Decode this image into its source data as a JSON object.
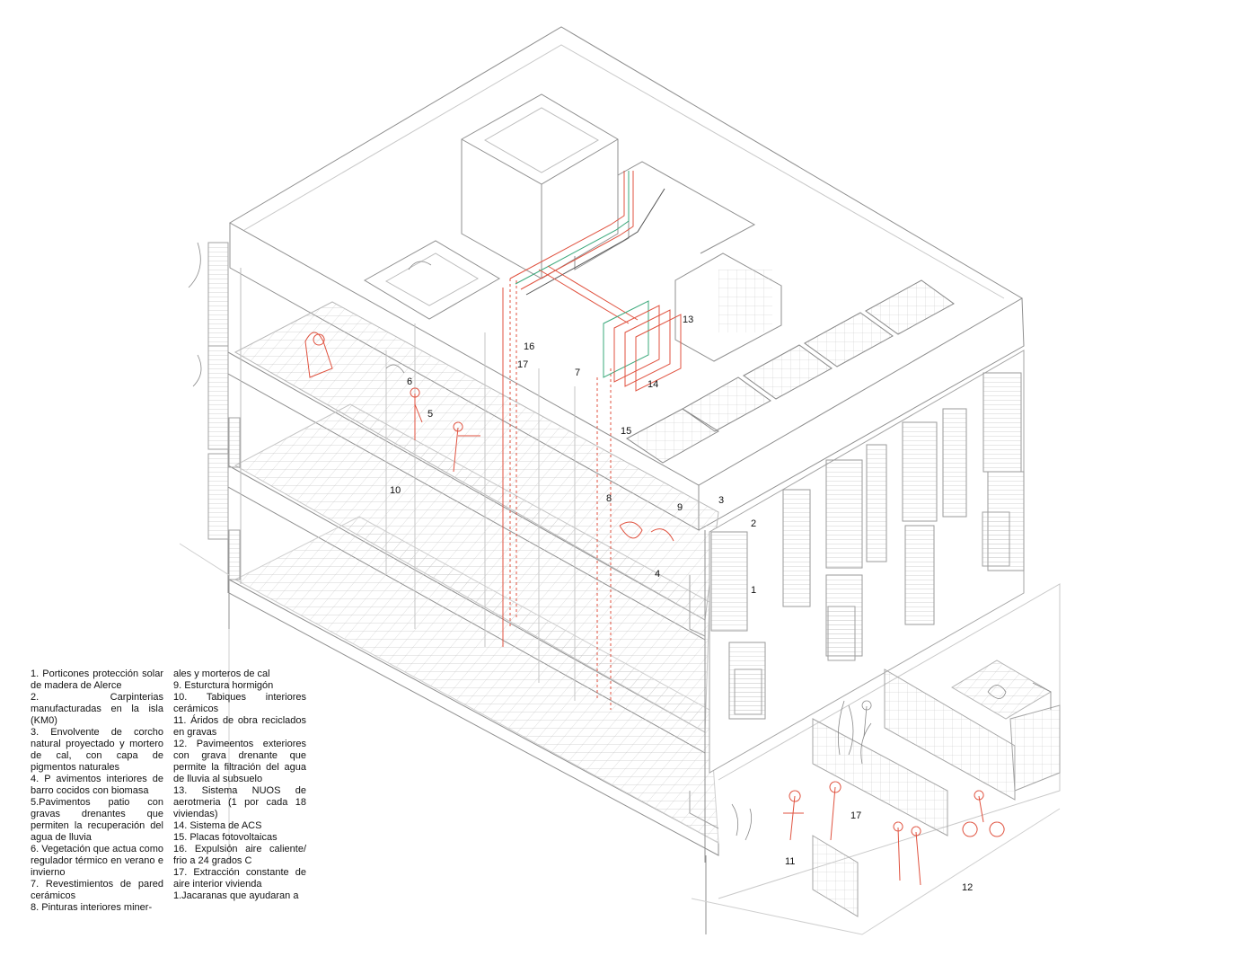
{
  "colors": {
    "line": "#9a9a9a",
    "line_dark": "#555555",
    "red": "#e0523f",
    "green": "#3aa87a",
    "text": "#111111"
  },
  "callouts": [
    "1",
    "2",
    "3",
    "4",
    "5",
    "6",
    "7",
    "8",
    "9",
    "10",
    "11",
    "12",
    "13",
    "14",
    "15",
    "16",
    "17",
    "17"
  ],
  "legend": {
    "left": [
      "1. Porticones protección solar de madera de Alerce",
      "2. Carpinterias manufacturadas en la isla (KM0)",
      "3. Envolvente de corcho natural proyectado y mortero de cal, con capa de pigmentos naturales",
      "4. P avimentos interiores de barro cocidos con biomasa",
      "5.Pavimentos patio con gravas drenantes que permiten la recuperación del agua de lluvia",
      "6. Vegetación que actua como regulador térmico en verano e invierno",
      "7. Revestimientos de pared cerámicos",
      "8. Pinturas interiores miner-"
    ],
    "right": [
      "ales y morteros de cal",
      "9. Esturctura hormigón",
      "10. Tabiques interiores cerámicos",
      "11. Áridos de obra reciclados en gravas",
      "12. Pavimeentos exteriores con grava drenante que permite la filtración del agua de lluvia al subsuelo",
      "13. Sistema NUOS de aerotmeria (1 por cada 18 viviendas)",
      "14. Sistema de ACS",
      "15. Placas fotovoltaicas",
      "16. Expulsión aire caliente/ frio a 24 grados C",
      "17. Extracción constante de aire interior vivienda",
      "1.Jacaranas que ayudaran a"
    ]
  }
}
